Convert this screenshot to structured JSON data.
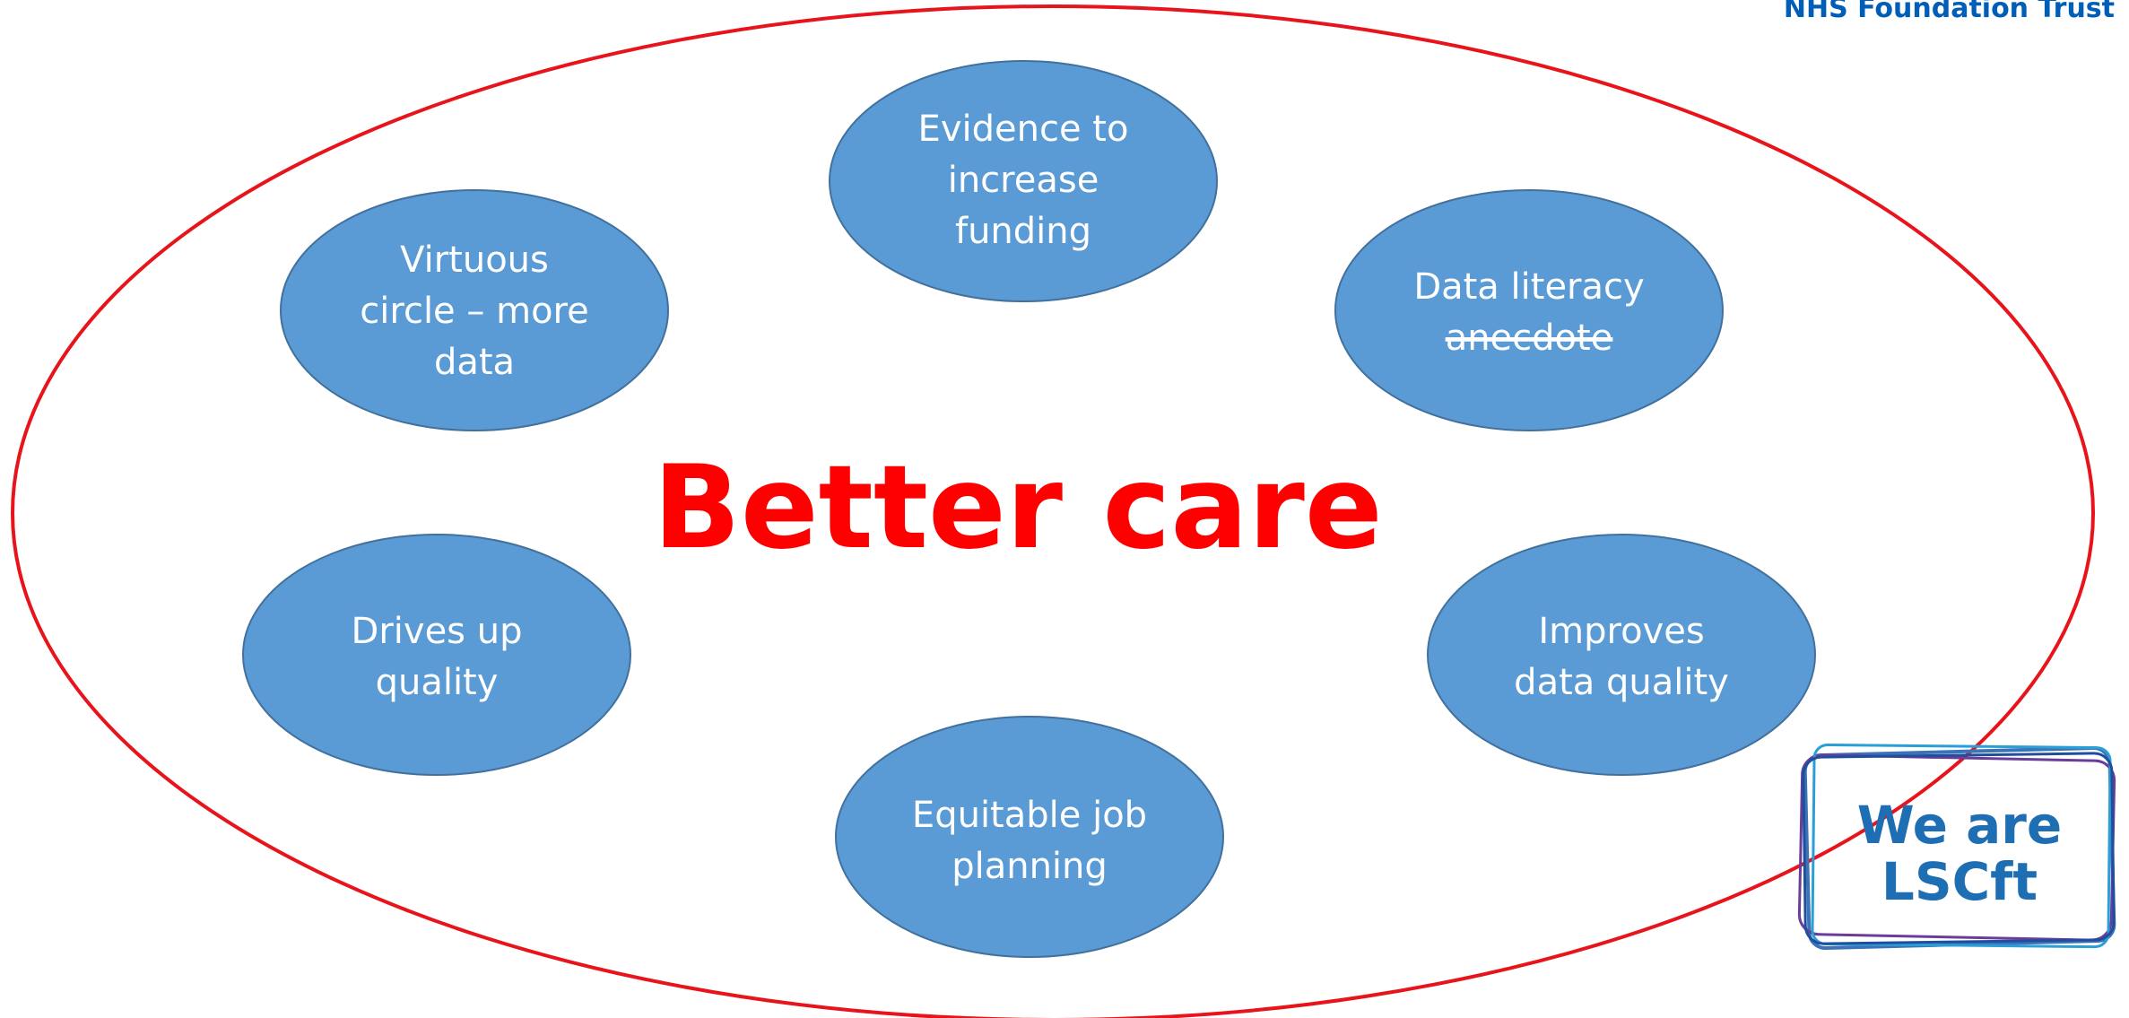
{
  "header": {
    "org_name": "NHS Foundation Trust"
  },
  "center_title": "Better care",
  "bubbles": [
    {
      "lines": [
        "Evidence to",
        "increase",
        "funding"
      ]
    },
    {
      "lines": [
        "Virtuous",
        "circle – more",
        "data"
      ]
    },
    {
      "lines": [
        "Data literacy",
        "anecdote"
      ],
      "struck_line": 1
    },
    {
      "lines": [
        "Drives up",
        "quality"
      ]
    },
    {
      "lines": [
        "Improves",
        "data quality"
      ]
    },
    {
      "lines": [
        "Equitable job",
        "planning"
      ]
    }
  ],
  "badge": {
    "lines": [
      "We are",
      "LSCft"
    ]
  },
  "colors": {
    "outer_ellipse": "#e8141b",
    "bubble_fill": "#5b9bd5",
    "bubble_stroke": "#41719c",
    "center_title": "#ff0000",
    "badge_text": "#1e6eb4",
    "nhs_blue": "#005eb8"
  }
}
